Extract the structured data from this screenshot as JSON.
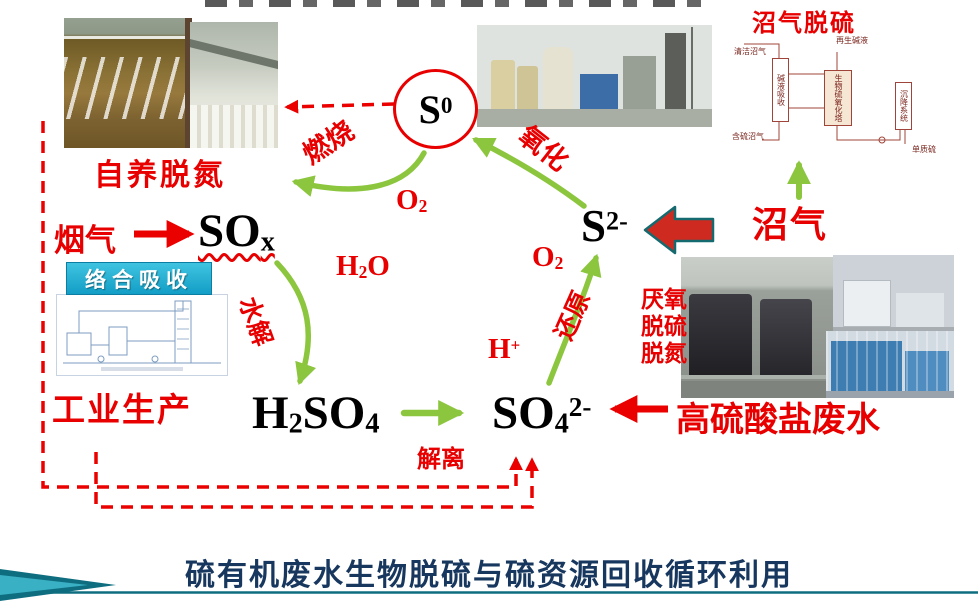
{
  "palette": {
    "red": "#e80000",
    "green_arrow": "#8cc63e",
    "dark_blue_title": "#17375e",
    "teal_decoration": "#0e6e80",
    "cyan_box": "#139ec6",
    "big_arrow_fill": "#cf2a1f",
    "big_arrow_stroke": "#156a70"
  },
  "nodes": {
    "s0": {
      "main": "S",
      "sup": "0"
    },
    "sox": {
      "main": "SO",
      "sub": "x"
    },
    "s2": {
      "main": "S",
      "sup": "2-"
    },
    "h2so4": {
      "m1": "H",
      "sub1": "2",
      "m2": "SO",
      "sub2": "4"
    },
    "so4": {
      "m1": "SO",
      "sub1": "4",
      "sup1": "2-"
    }
  },
  "labels": {
    "flue_gas": "烟气",
    "autotrophic_denitrification": "自养脱氮",
    "complex_absorption": "络合吸收",
    "industrial_production": "工业生产",
    "biogas": "沼气",
    "high_sulfate_wastewater": "高硫酸盐废水"
  },
  "process": {
    "combustion": "燃烧",
    "oxidation": "氧化",
    "hydrolysis": "水解",
    "reduction": "还原",
    "dissociation": "解离",
    "anaerobic_l1": "厌氧",
    "anaerobic_l2": "脱硫",
    "anaerobic_l3": "脱氮",
    "o2_left": {
      "main": "O",
      "sub": "2"
    },
    "o2_right": {
      "main": "O",
      "sub": "2"
    },
    "h2o": {
      "m1": "H",
      "sub1": "2",
      "m2": "O"
    },
    "h_plus": {
      "main": "H",
      "sup": "+"
    }
  },
  "top_right": {
    "title": "沼气脱硫",
    "diagram": {
      "clean_biogas": "清洁沼气",
      "regen_alkali": "再生碱液",
      "alkali_absorption": "碱液吸收",
      "bio_sulfur_tower": "生物硫氧化塔",
      "settling_system": "沉降系统",
      "sulfur_biogas": "含硫沼气",
      "elemental_sulfur": "单质硫"
    }
  },
  "footer": {
    "title": "硫有机废水生物脱硫与硫资源回收循环利用"
  }
}
